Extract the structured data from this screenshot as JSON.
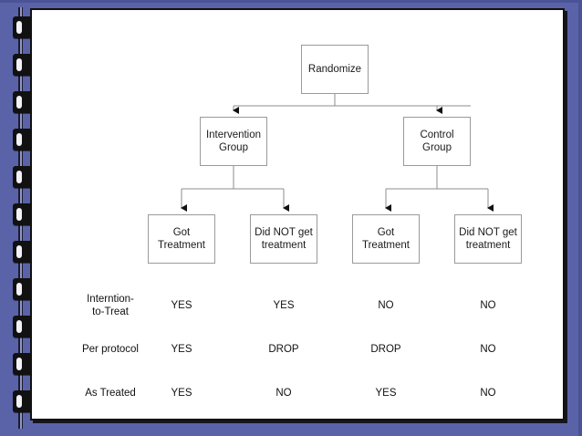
{
  "theme": {
    "notebook_blue": "#5a63a8",
    "notebook_blue_dark": "#4a5396",
    "page_white": "#ffffff",
    "page_border": "#111111",
    "node_border": "#9a9a9a",
    "text": "#1a1a1a",
    "ring_black": "#111111"
  },
  "notebook": {
    "ring_count": 11,
    "ring_label": "spiral-binding-ring"
  },
  "flowchart": {
    "type": "tree-diagram",
    "root": {
      "id": "randomize",
      "label": "Randomize"
    },
    "level_2": [
      {
        "id": "intervention-group",
        "label": "Intervention\nGroup",
        "line1": "Intervention",
        "line2": "Group"
      },
      {
        "id": "control-group",
        "label": "Control\nGroup",
        "line1": "Control",
        "line2": "Group"
      }
    ],
    "level_3": [
      {
        "id": "intervention-got-treatment",
        "line1": "Got",
        "line2": "Treatment"
      },
      {
        "id": "intervention-did-not-get",
        "line1": "Did NOT get",
        "line2": "treatment"
      },
      {
        "id": "control-got-treatment",
        "line1": "Got",
        "line2": "Treatment"
      },
      {
        "id": "control-did-not-get",
        "line1": "Did NOT get",
        "line2": "treatment"
      }
    ]
  },
  "analysis_table": {
    "rows": [
      {
        "label_line1": "Interntion-",
        "label_line2": "to-Treat",
        "values": [
          "YES",
          "YES",
          "NO",
          "NO"
        ]
      },
      {
        "label_line1": "Per protocol",
        "label_line2": "",
        "values": [
          "YES",
          "DROP",
          "DROP",
          "NO"
        ]
      },
      {
        "label_line1": "As Treated",
        "label_line2": "",
        "values": [
          "YES",
          "NO",
          "YES",
          "NO"
        ]
      }
    ]
  }
}
